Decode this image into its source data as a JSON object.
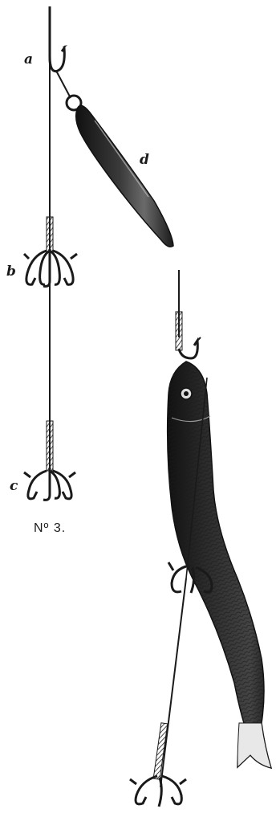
{
  "labels": {
    "a": "a",
    "b": "b",
    "c": "c",
    "d": "d"
  },
  "caption": "Nº 3.",
  "colors": {
    "ink": "#1a1a1a",
    "paper": "#ffffff"
  }
}
